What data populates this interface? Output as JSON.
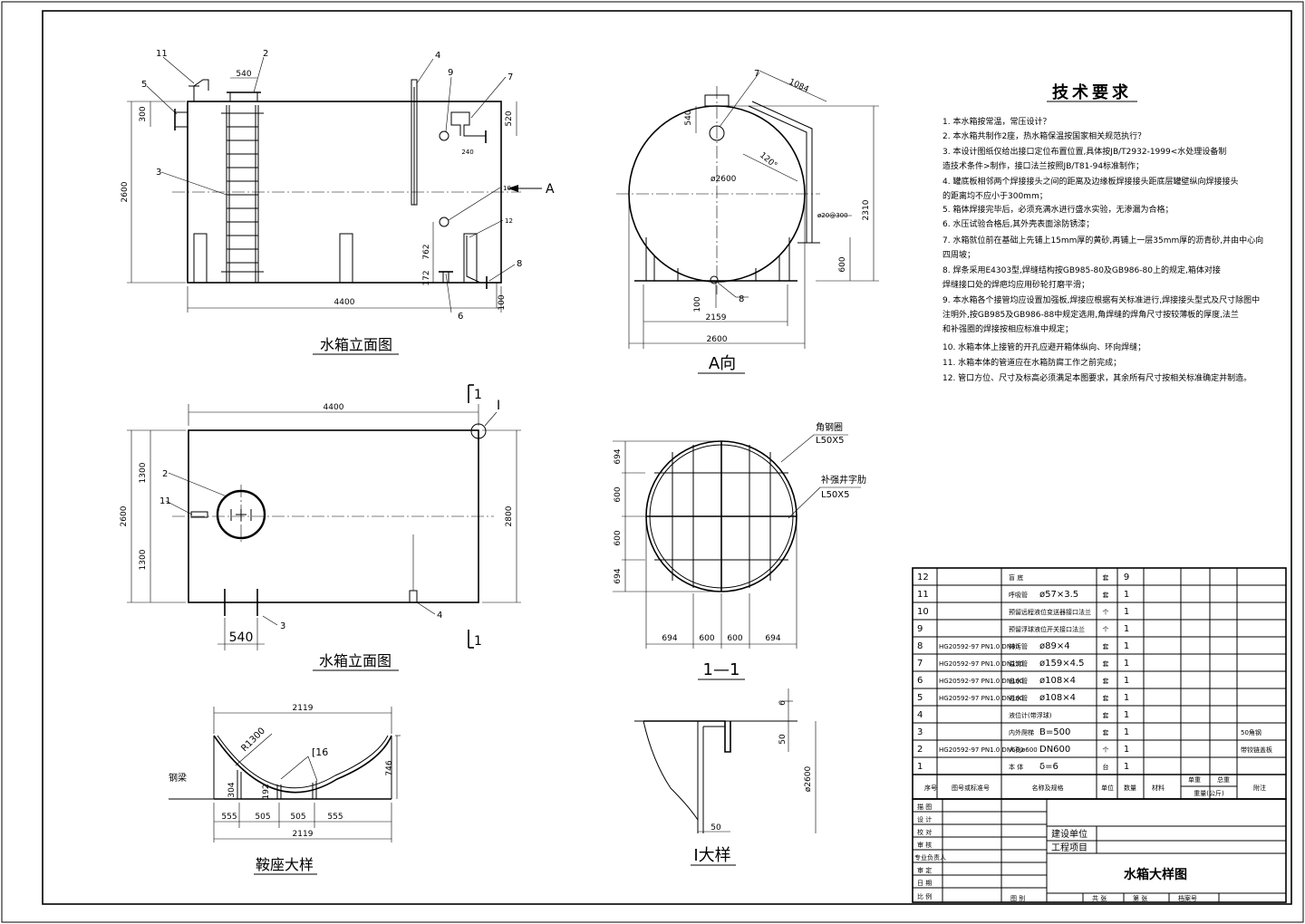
{
  "views": {
    "elev1_title": "水箱立面图",
    "elev2_title": "水箱立面图",
    "a_view_title": "A向",
    "section_title": "1—1",
    "saddle_title": "鞍座大样",
    "detail_title": "I大样"
  },
  "elev1": {
    "dim_length": "4400",
    "dim_height": "2600",
    "dim_540": "540",
    "dim_300": "300",
    "dim_520": "520",
    "dim_240": "240",
    "dim_762": "762",
    "dim_172": "172",
    "dim_100": "100",
    "arrow_a": "A",
    "labels": [
      "11",
      "5",
      "2",
      "3",
      "4",
      "9",
      "7",
      "10",
      "12",
      "8",
      "6"
    ]
  },
  "a_view": {
    "dim_1084": "1084",
    "dim_540": "540",
    "dim_120": "120°",
    "dim_dia": "ø2600",
    "dim_pipe": "ø20@300",
    "dim_2310": "2310",
    "dim_600": "600",
    "dim_100": "100",
    "dim_2159": "2159",
    "dim_2600": "2600",
    "label_7": "7",
    "label_8": "8"
  },
  "elev2": {
    "dim_4400": "4400",
    "dim_2600": "2600",
    "dim_1300a": "1300",
    "dim_1300b": "1300",
    "dim_2800": "2800",
    "dim_540": "540",
    "mark_1a": "1",
    "mark_1b": "1",
    "mark_I": "I",
    "labels": [
      "2",
      "11",
      "3",
      "4"
    ]
  },
  "section": {
    "angle_ring": "角钢圈",
    "angle_ring_size": "L50X5",
    "stiffener": "补强井字肋",
    "stiffener_size": "L50X5",
    "dims_left": [
      "694",
      "600",
      "600",
      "694"
    ],
    "dims_bottom": [
      "694",
      "600",
      "600",
      "694"
    ]
  },
  "saddle": {
    "dim_top": "2119",
    "dim_r": "R1300",
    "dim_c16": "[16",
    "dim_746": "746",
    "dim_304": "304",
    "dim_192": "192",
    "steel_beam": "钢梁",
    "dims_bottom": [
      "555",
      "505",
      "505",
      "555"
    ],
    "dim_total": "2119"
  },
  "detail": {
    "dim_6": "6",
    "dim_50v": "50",
    "dim_dia": "ø2600",
    "dim_50h": "50"
  },
  "tech": {
    "title": "技术要求",
    "items": [
      "1.  本水箱按常温，常压设计？",
      "2.  本水箱共制作2座，热水箱保温按国家相关规范执行？",
      "3. 本设计图纸仅给出接口定位布置位置,具体按JB/T2932-1999<水处理设备制",
      "    造技术条件>制作，接口法兰按照JB/T81-94标准制作；",
      "4. 罐底板相邻两个焊接接头之间的距离及边缘板焊接接头距底层罐壁纵向焊接接头",
      "    的距离均不应小于300mm；",
      "5. 箱体焊接完毕后，必须充满水进行盛水实验，无渗漏为合格；",
      "6. 水压试验合格后,其外壳表面涂防锈漆；",
      "7. 水箱就位前在基础上先铺上15mm厚的黄砂,再铺上一层35mm厚的沥青砂,并由中心向",
      "    四周坡；",
      "8. 焊条采用E4303型,焊缝结构按GB985-80及GB986-80上的规定,箱体对接",
      "    焊缝接口处的焊疤均应用砂轮打磨平滑；",
      "9. 本水箱各个接管均应设置加强板,焊接应根据有关标准进行,焊接接头型式及尺寸除图中",
      "    注明外,按GB985及GB986-88中规定选用,角焊缝的焊角尺寸按较薄板的厚度,法兰",
      "    和补强圈的焊接按相应标准中规定；",
      "10. 水箱本体上接管的开孔应避开箱体纵向、环向焊缝；",
      "11. 水箱本体的管道应在水箱防腐工作之前完成；",
      "12. 管口方位、尺寸及标高必须满足本图要求，其余所有尺寸按相关标准确定并制造。"
    ]
  },
  "bom": {
    "rows": [
      {
        "no": "12",
        "std": "",
        "name": "盲 底",
        "name2": "",
        "unit": "套",
        "qty": "9",
        "extra": ""
      },
      {
        "no": "11",
        "std": "",
        "name": "呼吸管",
        "name2": "ø57×3.5",
        "unit": "套",
        "qty": "1",
        "extra": ""
      },
      {
        "no": "10",
        "std": "",
        "name": "预留远程液位变送器接口法兰",
        "name2": "",
        "unit": "个",
        "qty": "1",
        "extra": ""
      },
      {
        "no": "9",
        "std": "",
        "name": "预留浮球液位开关接口法兰",
        "name2": "",
        "unit": "个",
        "qty": "1",
        "extra": ""
      },
      {
        "no": "8",
        "std": "HG20592-97 PN1.0 DN80",
        "name": "排污管",
        "name2": "ø89×4",
        "unit": "套",
        "qty": "1",
        "extra": ""
      },
      {
        "no": "7",
        "std": "HG20592-97 PN1.0 DN150",
        "name": "溢流管",
        "name2": "ø159×4.5",
        "unit": "套",
        "qty": "1",
        "extra": ""
      },
      {
        "no": "6",
        "std": "HG20592-97 PN1.0 DN100",
        "name": "出水管",
        "name2": "ø108×4",
        "unit": "套",
        "qty": "1",
        "extra": ""
      },
      {
        "no": "5",
        "std": "HG20592-97 PN1.0 DN100",
        "name": "进水管",
        "name2": "ø108×4",
        "unit": "套",
        "qty": "1",
        "extra": ""
      },
      {
        "no": "4",
        "std": "",
        "name": "液位计(带浮球)",
        "name2": "",
        "unit": "套",
        "qty": "1",
        "extra": ""
      },
      {
        "no": "3",
        "std": "",
        "name": "内外爬梯",
        "name2": "B=500",
        "unit": "套",
        "qty": "1",
        "extra": "50角钢"
      },
      {
        "no": "2",
        "std": "HG20592-97 PN1.0 DN600",
        "name": "人孔ø600",
        "name2": "DN600",
        "unit": "个",
        "qty": "1",
        "extra": "带铰链盖板"
      },
      {
        "no": "1",
        "std": "",
        "name": "本 体",
        "name2": "δ=6",
        "unit": "台",
        "qty": "1",
        "extra": ""
      }
    ],
    "header": {
      "no": "序号",
      "std": "图号或标准号",
      "name": "名称及规格",
      "unit": "单位",
      "qty": "数量",
      "mat": "材料",
      "single": "单重",
      "total": "总重",
      "weight": "重量(公斤)",
      "remark": "附注"
    }
  },
  "titleblock": {
    "rows": [
      "描 图",
      "设 计",
      "校 对",
      "审 核",
      "专业负责人",
      "审 定",
      "日 期",
      "比 例"
    ],
    "unit_label": "建设单位",
    "project_label": "工程项目",
    "drawing_title": "水箱大样图",
    "fig_label": "图 别",
    "sheet_label": "共 张",
    "page_label": "第 张",
    "archive_label": "档案号"
  }
}
